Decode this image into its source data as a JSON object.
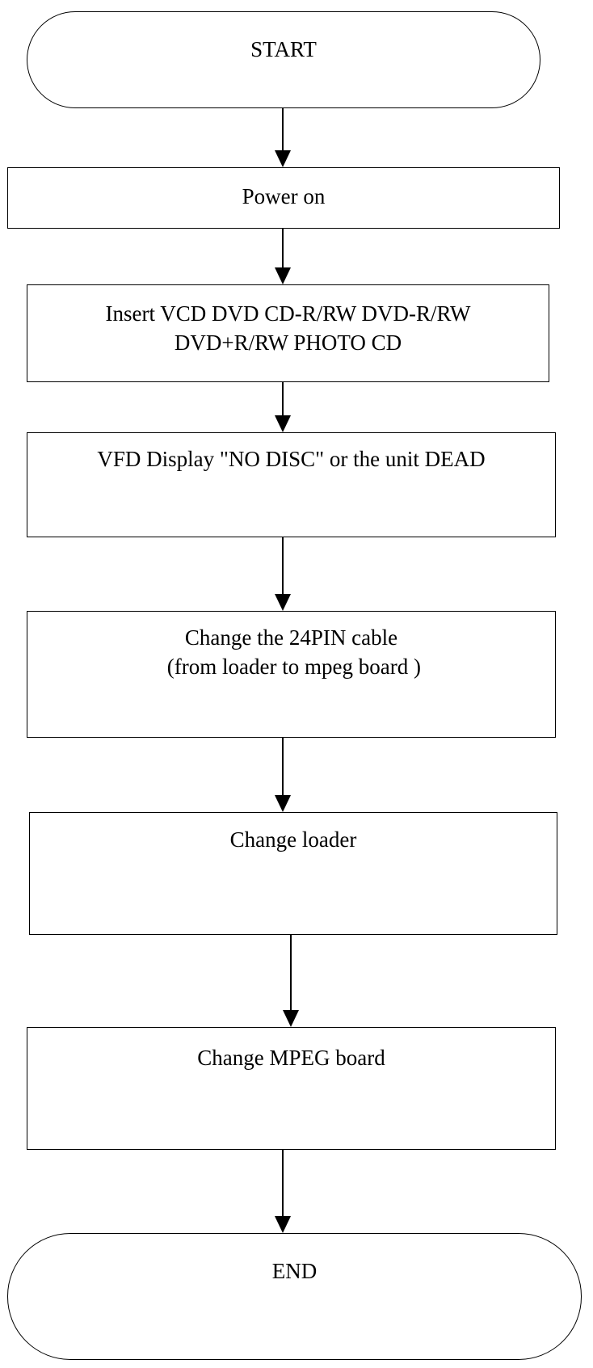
{
  "flowchart": {
    "nodes": [
      {
        "id": "start",
        "shape": "terminal",
        "label": "START"
      },
      {
        "id": "power-on",
        "shape": "process",
        "label": "Power on"
      },
      {
        "id": "insert-disc",
        "shape": "process",
        "label": "Insert VCD DVD CD-R/RW DVD-R/RW\nDVD+R/RW PHOTO CD"
      },
      {
        "id": "vfd-display",
        "shape": "process",
        "label": "VFD Display \"NO DISC\" or the unit DEAD"
      },
      {
        "id": "change-cable",
        "shape": "process",
        "label": "Change the 24PIN cable\n (from loader to mpeg board )"
      },
      {
        "id": "change-loader",
        "shape": "process",
        "label": "Change loader"
      },
      {
        "id": "change-mpeg",
        "shape": "process",
        "label": "Change MPEG board"
      },
      {
        "id": "end",
        "shape": "terminal",
        "label": "END"
      }
    ],
    "edges": [
      {
        "from": "start",
        "to": "power-on"
      },
      {
        "from": "power-on",
        "to": "insert-disc"
      },
      {
        "from": "insert-disc",
        "to": "vfd-display"
      },
      {
        "from": "vfd-display",
        "to": "change-cable"
      },
      {
        "from": "change-cable",
        "to": "change-loader"
      },
      {
        "from": "change-loader",
        "to": "change-mpeg"
      },
      {
        "from": "change-mpeg",
        "to": "end"
      }
    ]
  }
}
